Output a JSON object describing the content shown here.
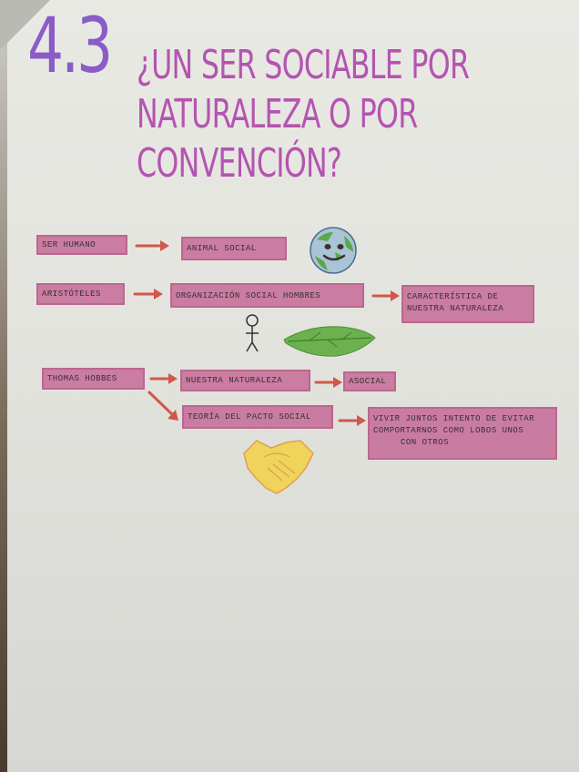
{
  "header": {
    "section_number": "4.3",
    "title_lines": [
      "¿UN SER SOCIABLE POR",
      "NATURALEZA O POR",
      "CONVENCIÓN?"
    ]
  },
  "colors": {
    "section_number": "#8a5cc7",
    "title": "#b454b0",
    "box_fill": "#c8749c",
    "arrow": "#d0584a",
    "paper": "#e6e6e1"
  },
  "rows": {
    "human": {
      "subject": "SER HUMANO",
      "result": "ANIMAL SOCIAL",
      "icon": "smiling-earth-icon"
    },
    "aristotle": {
      "subject": "ARISTÓTELES",
      "middle": "ORGANIZACIÓN SOCIAL HOMBRES",
      "result_lines": [
        "CARACTERÍSTICA DE",
        "NUESTRA NATURALEZA"
      ],
      "icons": [
        "stick-figure-icon",
        "leaf-icon"
      ]
    },
    "hobbes": {
      "subject": "THOMAS HOBBES",
      "branch_top": "NUESTRA NATURALEZA",
      "branch_top_result": "ASOCIAL",
      "branch_bottom": "TEORÍA DEL PACTO SOCIAL",
      "branch_bottom_result_lines": [
        "VIVIR JUNTOS INTENTO DE EVITAR",
        "COMPORTARNOS COMO LOBOS UNOS",
        "CON OTROS"
      ],
      "icon": "handshake-icon"
    }
  }
}
